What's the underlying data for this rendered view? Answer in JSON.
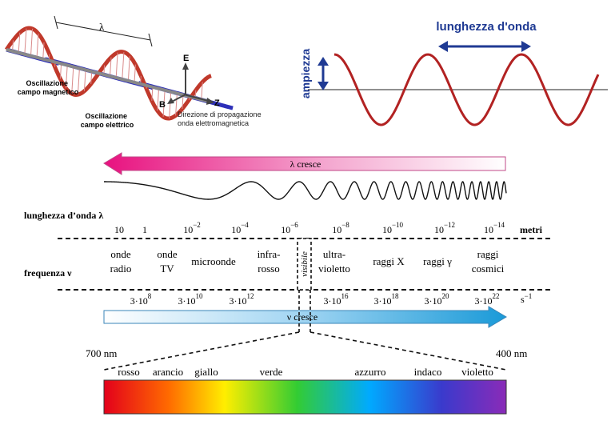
{
  "em_wave": {
    "lambda_symbol": "λ",
    "magnetic_label": [
      "Oscillazione",
      "campo magnetico"
    ],
    "electric_label": [
      "Oscillazione",
      "campo elettrico"
    ],
    "axis_e": "E",
    "axis_b": "B",
    "axis_z": "Z",
    "propagation_label": [
      "Direzione di propagazione",
      "onda elettromagnetica"
    ]
  },
  "sine_wave": {
    "wavelength_label": "lunghezza d'onda",
    "amplitude_label": "ampiezza",
    "color": "#b22222",
    "accent": "#1f3a93"
  },
  "spectrum": {
    "lambda_arrow_label": "λ cresce",
    "wavelength_header": "lunghezza d’onda λ",
    "wavelength_ticks": [
      "10",
      "1",
      "10",
      "10",
      "10",
      "10",
      "10",
      "10",
      "10"
    ],
    "wavelength_exponents": [
      "",
      "",
      "−2",
      "−4",
      "−6",
      "−8",
      "−10",
      "−12",
      "−14"
    ],
    "wavelength_unit": "metri",
    "frequency_header": "frequenza ν",
    "regions": [
      [
        "onde",
        "radio"
      ],
      [
        "onde",
        "TV"
      ],
      [
        "microonde"
      ],
      [
        "infra-",
        "rosso"
      ],
      [
        "ultra-",
        "violetto"
      ],
      [
        "raggi X"
      ],
      [
        "raggi γ"
      ],
      [
        "raggi",
        "cosmici"
      ]
    ],
    "visible_label": "visibile",
    "frequency_ticks": [
      "3·10",
      "3·10",
      "3·10",
      "3·10",
      "3·10",
      "3·10"
    ],
    "frequency_exponents": [
      "8",
      "10",
      "12",
      "16",
      "18",
      "20",
      "22"
    ],
    "frequency_unit": "s",
    "frequency_unit_exp": "−1",
    "nu_arrow_label": "ν cresce",
    "visible_range_start": "700 nm",
    "visible_range_end": "400 nm",
    "colors": [
      "rosso",
      "arancio",
      "giallo",
      "verde",
      "azzurro",
      "indaco",
      "violetto"
    ],
    "gradient_stops": [
      "#e3001b",
      "#ff6a00",
      "#ffee00",
      "#33cc33",
      "#00aaff",
      "#3a3acc",
      "#8a2bb8"
    ]
  }
}
